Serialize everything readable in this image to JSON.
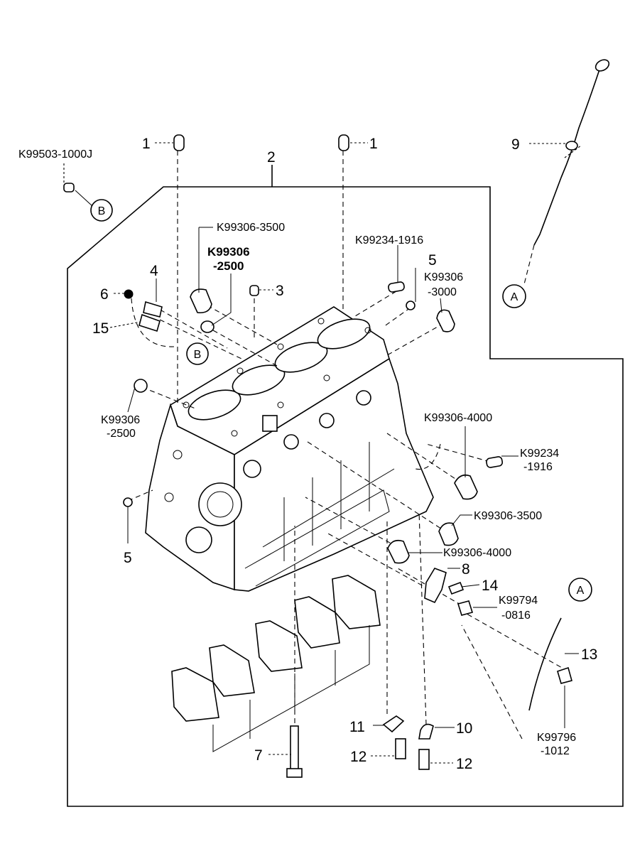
{
  "labels": {
    "part_1_left": "1",
    "part_1_right": "1",
    "part_2": "2",
    "part_3": "3",
    "part_4": "4",
    "part_5_top": "5",
    "part_5_left": "5",
    "part_6": "6",
    "part_7": "7",
    "part_8": "8",
    "part_9": "9",
    "part_10": "10",
    "part_11": "11",
    "part_12_left": "12",
    "part_12_right": "12",
    "part_13": "13",
    "part_14": "14",
    "part_15": "15"
  },
  "codes": {
    "k99503_1000j": "K99503-1000J",
    "k99306_3500_top": "K99306-3500",
    "k99306_2500_top_a": "K99306",
    "k99306_2500_top_b": "-2500",
    "k99234_1916_top": "K99234-1916",
    "k99306_3000_a": "K99306",
    "k99306_3000_b": "-3000",
    "k99306_2500_left_a": "K99306",
    "k99306_2500_left_b": "-2500",
    "k99306_4000_upper": "K99306-4000",
    "k99234_1916_right_a": "K99234",
    "k99234_1916_right_b": "-1916",
    "k99306_3500_right": "K99306-3500",
    "k99306_4000_lower": "K99306-4000",
    "k99794_0816_a": "K99794",
    "k99794_0816_b": "-0816",
    "k99796_1012_a": "K99796",
    "k99796_1012_b": "-1012"
  },
  "markers": {
    "b_top": "B",
    "b_block": "B",
    "a_dipstick": "A",
    "a_right": "A"
  }
}
